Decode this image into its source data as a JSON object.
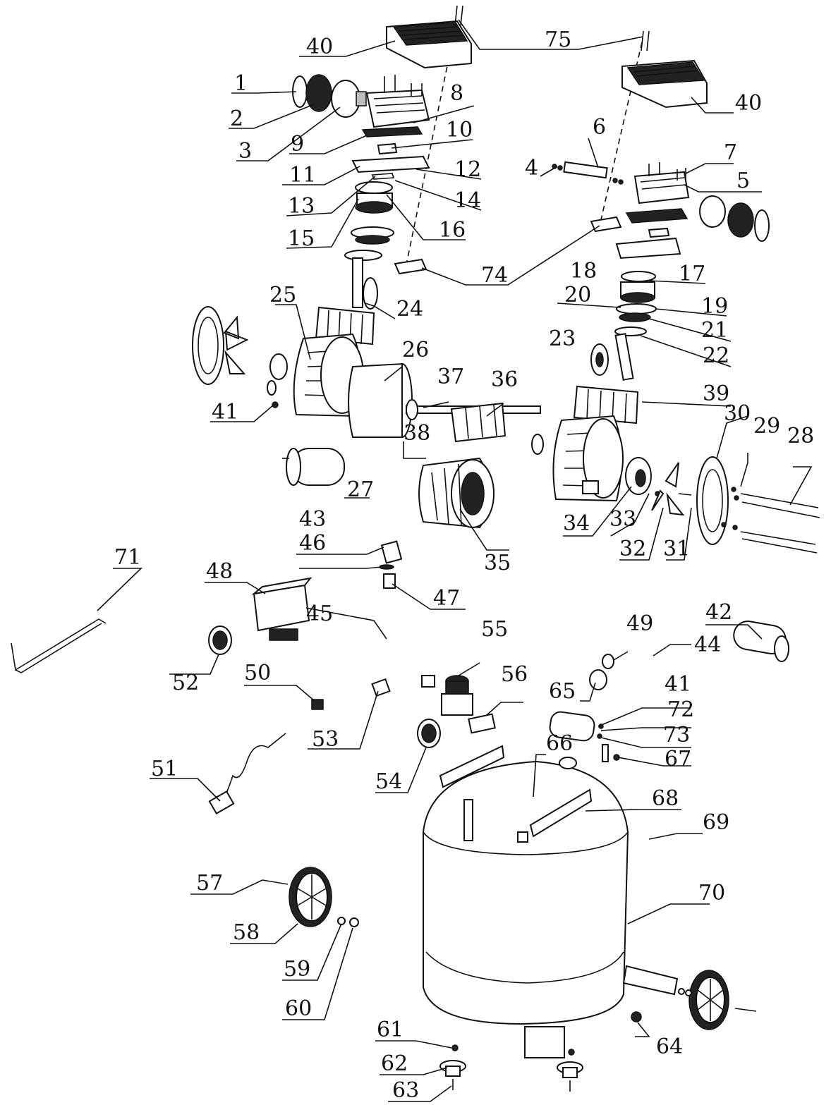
{
  "callouts": [
    {
      "id": "p40a",
      "text": "40"
    },
    {
      "id": "p75",
      "text": "75"
    },
    {
      "id": "p40b",
      "text": "40"
    },
    {
      "id": "p1",
      "text": "1"
    },
    {
      "id": "p2",
      "text": "2"
    },
    {
      "id": "p3",
      "text": "3"
    },
    {
      "id": "p9",
      "text": "9"
    },
    {
      "id": "p8",
      "text": "8"
    },
    {
      "id": "p10",
      "text": "10"
    },
    {
      "id": "p11",
      "text": "11"
    },
    {
      "id": "p12",
      "text": "12"
    },
    {
      "id": "p13",
      "text": "13"
    },
    {
      "id": "p14",
      "text": "14"
    },
    {
      "id": "p15",
      "text": "15"
    },
    {
      "id": "p16",
      "text": "16"
    },
    {
      "id": "p6",
      "text": "6"
    },
    {
      "id": "p7",
      "text": "7"
    },
    {
      "id": "p4",
      "text": "4"
    },
    {
      "id": "p5",
      "text": "5"
    },
    {
      "id": "p74",
      "text": "74"
    },
    {
      "id": "p17",
      "text": "17"
    },
    {
      "id": "p18",
      "text": "18"
    },
    {
      "id": "p20",
      "text": "20"
    },
    {
      "id": "p19",
      "text": "19"
    },
    {
      "id": "p21",
      "text": "21"
    },
    {
      "id": "p22",
      "text": "22"
    },
    {
      "id": "p23",
      "text": "23"
    },
    {
      "id": "p24",
      "text": "24"
    },
    {
      "id": "p25",
      "text": "25"
    },
    {
      "id": "p26",
      "text": "26"
    },
    {
      "id": "p37",
      "text": "37"
    },
    {
      "id": "p36",
      "text": "36"
    },
    {
      "id": "p39",
      "text": "39"
    },
    {
      "id": "p41a",
      "text": "41"
    },
    {
      "id": "p38",
      "text": "38"
    },
    {
      "id": "p27",
      "text": "27"
    },
    {
      "id": "p30",
      "text": "30"
    },
    {
      "id": "p29",
      "text": "29"
    },
    {
      "id": "p28",
      "text": "28"
    },
    {
      "id": "p34",
      "text": "34"
    },
    {
      "id": "p33",
      "text": "33"
    },
    {
      "id": "p32",
      "text": "32"
    },
    {
      "id": "p31",
      "text": "31"
    },
    {
      "id": "p35",
      "text": "35"
    },
    {
      "id": "p43",
      "text": "43"
    },
    {
      "id": "p46",
      "text": "46"
    },
    {
      "id": "p47",
      "text": "47"
    },
    {
      "id": "p48",
      "text": "48"
    },
    {
      "id": "p45",
      "text": "45"
    },
    {
      "id": "p71",
      "text": "71"
    },
    {
      "id": "p42",
      "text": "42"
    },
    {
      "id": "p55",
      "text": "55"
    },
    {
      "id": "p49",
      "text": "49"
    },
    {
      "id": "p44",
      "text": "44"
    },
    {
      "id": "p56",
      "text": "56"
    },
    {
      "id": "p65",
      "text": "65"
    },
    {
      "id": "p41b",
      "text": "41"
    },
    {
      "id": "p72",
      "text": "72"
    },
    {
      "id": "p52",
      "text": "52"
    },
    {
      "id": "p50",
      "text": "50"
    },
    {
      "id": "p73",
      "text": "73"
    },
    {
      "id": "p66",
      "text": "66"
    },
    {
      "id": "p67",
      "text": "67"
    },
    {
      "id": "p53",
      "text": "53"
    },
    {
      "id": "p51",
      "text": "51"
    },
    {
      "id": "p54",
      "text": "54"
    },
    {
      "id": "p68",
      "text": "68"
    },
    {
      "id": "p69",
      "text": "69"
    },
    {
      "id": "p57",
      "text": "57"
    },
    {
      "id": "p70",
      "text": "70"
    },
    {
      "id": "p58",
      "text": "58"
    },
    {
      "id": "p59",
      "text": "59"
    },
    {
      "id": "p60",
      "text": "60"
    },
    {
      "id": "p61",
      "text": "61"
    },
    {
      "id": "p64",
      "text": "64"
    },
    {
      "id": "p62",
      "text": "62"
    },
    {
      "id": "p63",
      "text": "63"
    }
  ]
}
